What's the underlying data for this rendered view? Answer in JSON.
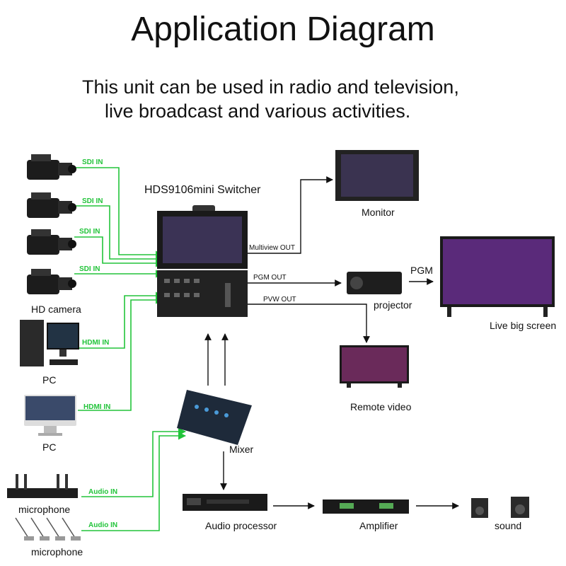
{
  "title": "Application Diagram",
  "subtitle_line1": "This unit can be used in radio and television,",
  "subtitle_line2": "live broadcast and various activities.",
  "switcher_label": "HDS9106mini Switcher",
  "ports": {
    "sdi_in": "SDI IN",
    "hdmi_in": "HDMI IN",
    "audio_in": "Audio IN",
    "multiview_out": "Multiview OUT",
    "pgm_out": "PGM OUT",
    "pvw_out": "PVW OUT",
    "pgm": "PGM"
  },
  "devices": {
    "hd_camera": "HD camera",
    "pc1": "PC",
    "pc2": "PC",
    "microphone1": "microphone",
    "microphone2": "microphone",
    "monitor": "Monitor",
    "projector": "projector",
    "live_big_screen": "Live big screen",
    "remote_video": "Remote video",
    "mixer": "Mixer",
    "audio_processor": "Audio processor",
    "amplifier": "Amplifier",
    "sound": "sound"
  },
  "colors": {
    "signal_in": "#22c43a",
    "signal_out": "#111111"
  }
}
